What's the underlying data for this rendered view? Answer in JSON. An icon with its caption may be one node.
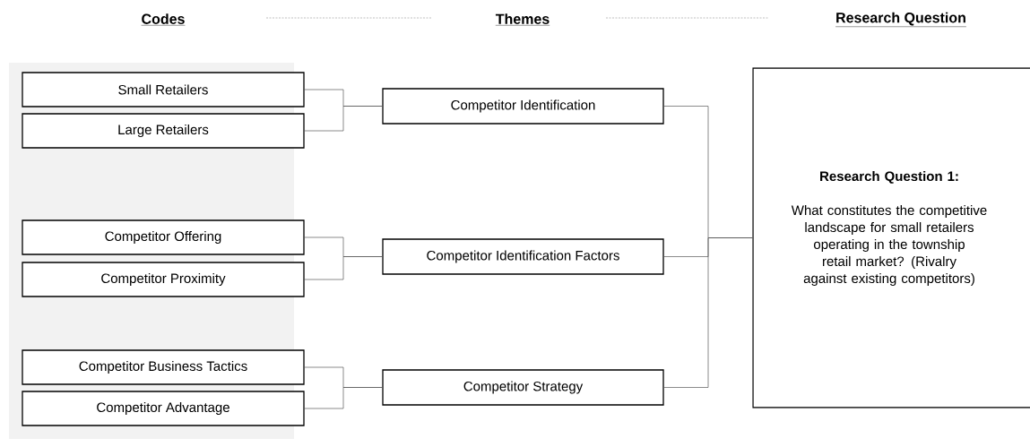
{
  "diagram": {
    "nodes": [
      {
        "text": [
          "Small Retailers"
        ]
      },
      {
        "text": [
          "Large Retailers"
        ]
      },
      {
        "text": [
          "Competitor Offering"
        ]
      },
      {
        "text": [
          "Competitor Proximity"
        ]
      },
      {
        "text": [
          "Competitor Business Tactics"
        ]
      },
      {
        "text": [
          "Competitor Advantage"
        ]
      },
      {
        "text": [
          "Competitor Identification"
        ]
      },
      {
        "text": [
          "Competitor Identification Factors"
        ]
      },
      {
        "text": [
          "Competitor Strategy"
        ]
      },
      {
        "text": [
          "Research Question 1:",
          "What constitutes the competitive landscape for small retailers operating in the township retail market? (Rivalry against existing competitors)"
        ]
      }
    ],
    "edges": [
      {
        "from": 0,
        "to": 6,
        "arrow": "none"
      },
      {
        "from": 1,
        "to": 6,
        "arrow": "none"
      },
      {
        "from": 2,
        "to": 7,
        "arrow": "none"
      },
      {
        "from": 3,
        "to": 7,
        "arrow": "none"
      },
      {
        "from": 4,
        "to": 8,
        "arrow": "none"
      },
      {
        "from": 5,
        "to": 8,
        "arrow": "none"
      },
      {
        "from": 6,
        "to": 9,
        "arrow": "none"
      },
      {
        "from": 7,
        "to": 9,
        "arrow": "none"
      },
      {
        "from": 8,
        "to": 9,
        "arrow": "none"
      }
    ],
    "labels": [
      "Codes",
      "Themes",
      "Research Question"
    ]
  }
}
